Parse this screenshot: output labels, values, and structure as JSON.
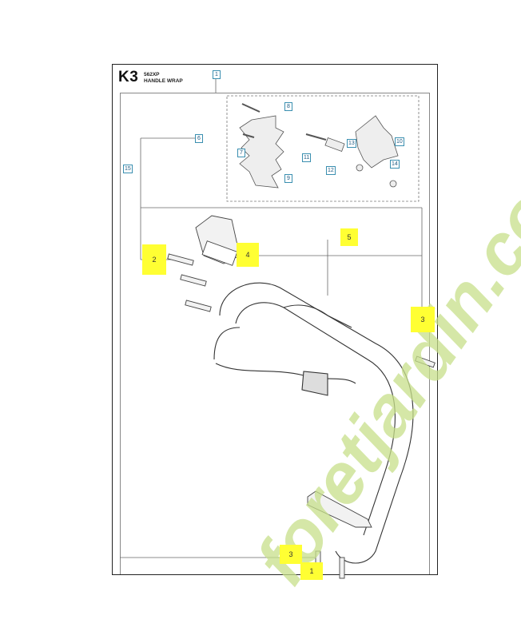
{
  "sheet": {
    "code": "K3",
    "model": "562XP",
    "title": "HANDLE WRAP"
  },
  "callouts": [
    "1",
    "6",
    "15",
    "8",
    "7",
    "9",
    "10",
    "11",
    "12",
    "13",
    "14"
  ],
  "highlights": [
    "2",
    "4",
    "5",
    "3",
    "3",
    "1"
  ],
  "watermark": {
    "text": "foretjardin.com",
    "colors": {
      "main": "#c7e08a",
      "accent": "#f6c48a"
    }
  }
}
